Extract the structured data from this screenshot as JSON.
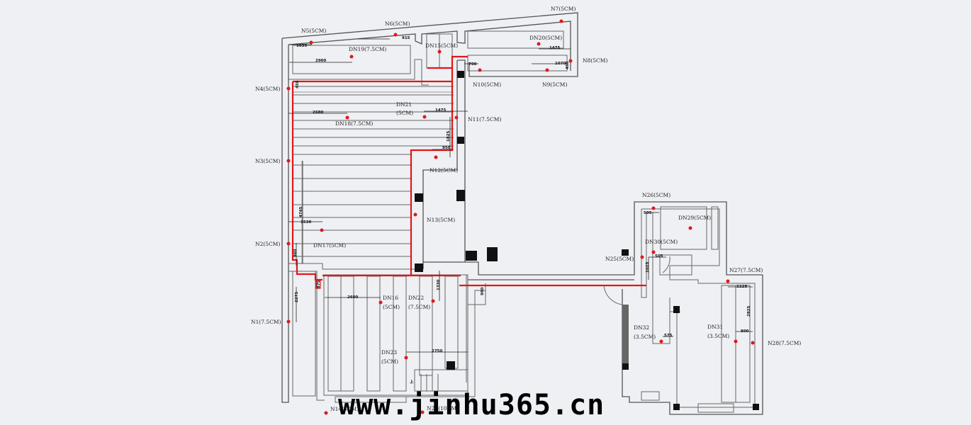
{
  "diagram": {
    "type": "floor-plan-drainage",
    "watermark": "www.jinhu365.cn",
    "colors": {
      "pipe": "#e01818",
      "wall": "#555555",
      "background": "#eff0f4"
    },
    "nodes": [
      {
        "id": "N1",
        "label": "N1(7.5CM)"
      },
      {
        "id": "N2",
        "label": "N2(5CM)"
      },
      {
        "id": "N3",
        "label": "N3(5CM)"
      },
      {
        "id": "N4",
        "label": "N4(5CM)"
      },
      {
        "id": "N5",
        "label": "N5(5CM)"
      },
      {
        "id": "N6",
        "label": "N6(5CM)"
      },
      {
        "id": "N7",
        "label": "N7(5CM)"
      },
      {
        "id": "N8",
        "label": "N8(5CM)"
      },
      {
        "id": "N9",
        "label": "N9(5CM)"
      },
      {
        "id": "N10",
        "label": "N10(5CM)"
      },
      {
        "id": "N11",
        "label": "N11(7.5CM)"
      },
      {
        "id": "N12",
        "label": "N12(5CM)"
      },
      {
        "id": "N13",
        "label": "N13(5CM)"
      },
      {
        "id": "N14",
        "label": "N14(5CM)"
      },
      {
        "id": "N24",
        "label": "N24(10CM)"
      },
      {
        "id": "N25",
        "label": "N25(5CM)"
      },
      {
        "id": "N26",
        "label": "N26(5CM)"
      },
      {
        "id": "N27",
        "label": "N27(7.5CM)"
      },
      {
        "id": "N28",
        "label": "N28(7.5CM)"
      },
      {
        "id": "DN15",
        "label": "DN15(5CM)"
      },
      {
        "id": "DN16",
        "label": "DN16",
        "sub": "(5CM)"
      },
      {
        "id": "DN17",
        "label": "DN17(5CM)"
      },
      {
        "id": "DN18",
        "label": "DN18(7.5CM)"
      },
      {
        "id": "DN19",
        "label": "DN19(7.5CM)"
      },
      {
        "id": "DN20",
        "label": "DN20(5CM)"
      },
      {
        "id": "DN21",
        "label": "DN21",
        "sub": "(5CM)"
      },
      {
        "id": "DN22",
        "label": "DN22",
        "sub": "(7.5CM)"
      },
      {
        "id": "DN23",
        "label": "DN23",
        "sub": "(5CM)"
      },
      {
        "id": "DN29",
        "label": "DN29(5CM)"
      },
      {
        "id": "DN30",
        "label": "DN30(5CM)"
      },
      {
        "id": "DN31",
        "label": "DN31",
        "sub": "(3.5CM)"
      },
      {
        "id": "DN32",
        "label": "DN32",
        "sub": "(3.5CM)"
      }
    ],
    "dimensions": {
      "d1635": "1635",
      "d915": "915",
      "d2900": "2900",
      "d1475a": "1475",
      "d700": "700",
      "d1070": "1070",
      "d450": "450",
      "d455": "455",
      "d2680": "2680",
      "d1475b": "1475",
      "d1825": "1825",
      "d950": "950",
      "d4745": "4745",
      "d1530": "1530",
      "d960": "960",
      "d2275": "2275",
      "d2600": "2600",
      "d1330": "1330",
      "d2750": "2750",
      "d505a": "505",
      "d505b": "505",
      "d1025": "1025",
      "d575": "575",
      "d1125": "1125",
      "d2825": "2825",
      "d800": "800",
      "d875": "875",
      "d980": "980"
    },
    "stair_label": "上"
  }
}
